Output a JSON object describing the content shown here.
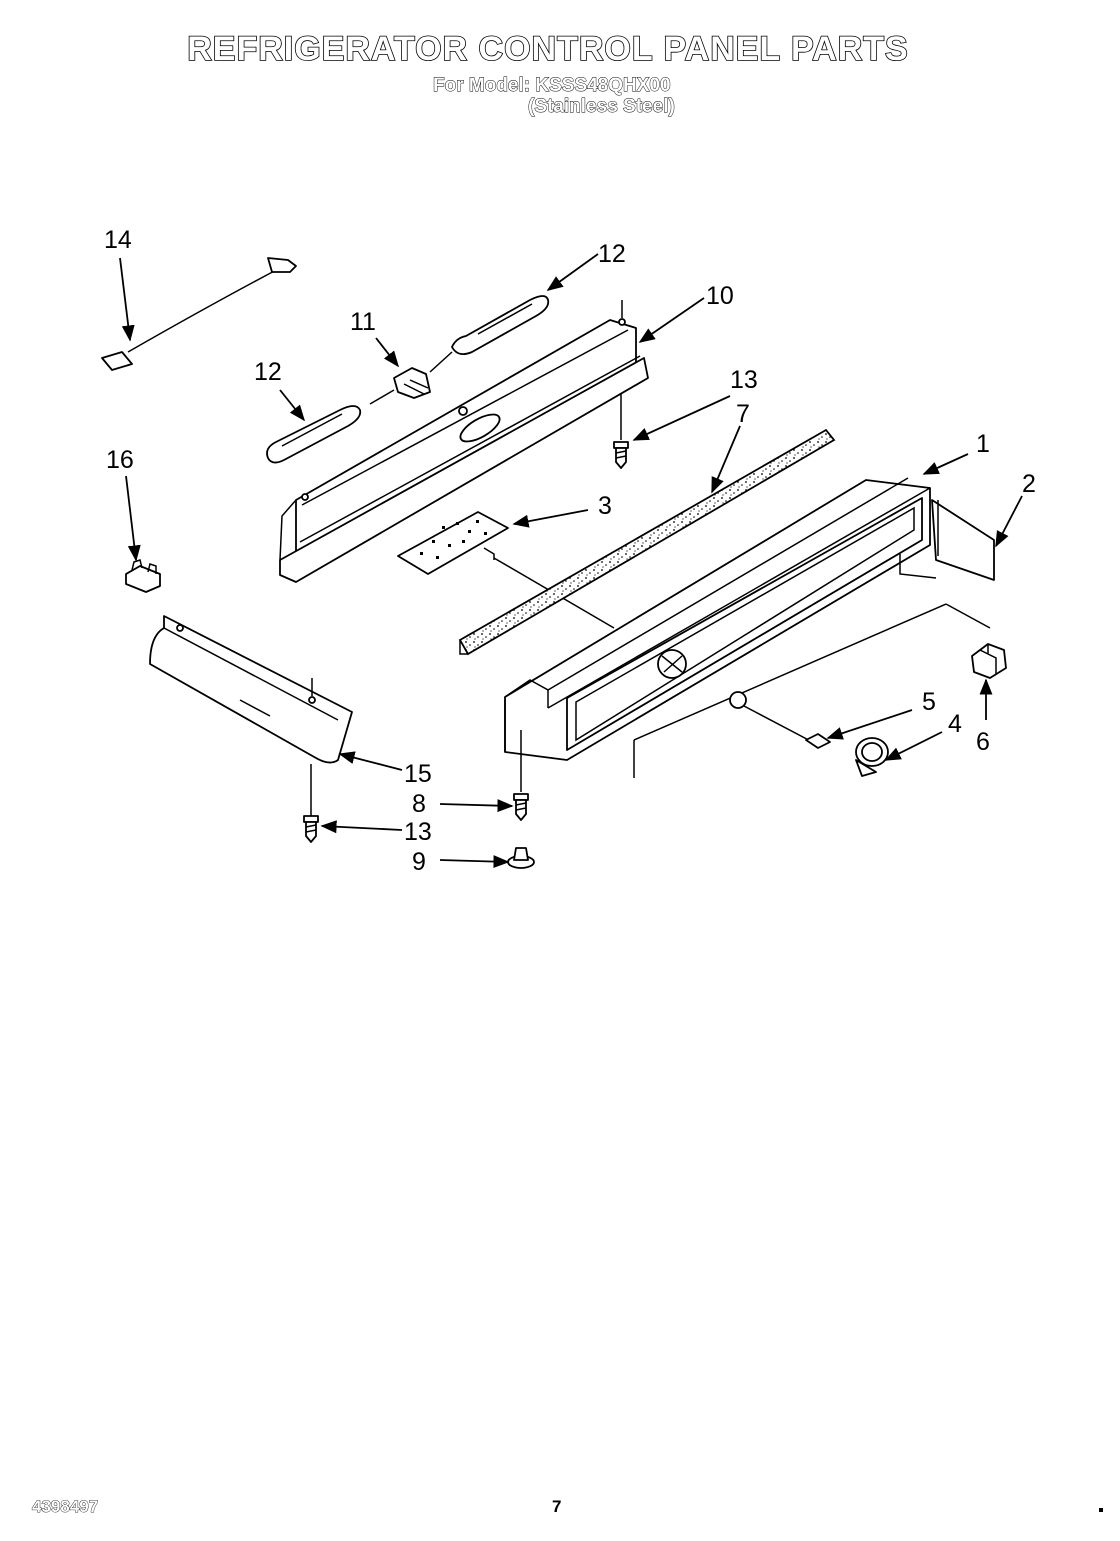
{
  "header": {
    "title": "REFRIGERATOR CONTROL PANEL PARTS",
    "model_line": "For Model: KSSS48QHX00",
    "finish_line": "(Stainless Steel)"
  },
  "callouts": {
    "c1": "1",
    "c2": "2",
    "c3": "3",
    "c4": "4",
    "c5": "5",
    "c6": "6",
    "c7": "7",
    "c8": "8",
    "c9": "9",
    "c10": "10",
    "c11": "11",
    "c12a": "12",
    "c12b": "12",
    "c13a": "13",
    "c13b": "13",
    "c14": "14",
    "c15": "15",
    "c16": "16"
  },
  "footer": {
    "doc_number": "4398497",
    "page_number": "7"
  }
}
